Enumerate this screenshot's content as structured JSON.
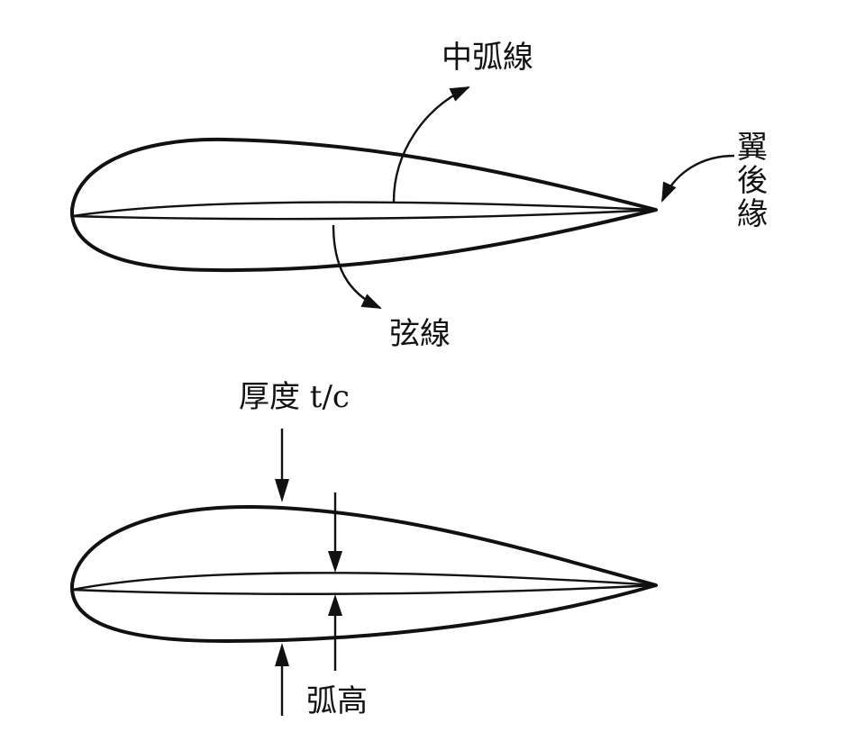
{
  "top_figure": {
    "mean_camber_line_label": "中弧線",
    "trailing_edge_label": "翼後緣",
    "trailing_edge_chars": [
      "翼",
      "後",
      "緣"
    ],
    "chord_line_label": "弦線"
  },
  "bottom_figure": {
    "thickness_label": "厚度 t/c",
    "camber_label": "弧高"
  }
}
